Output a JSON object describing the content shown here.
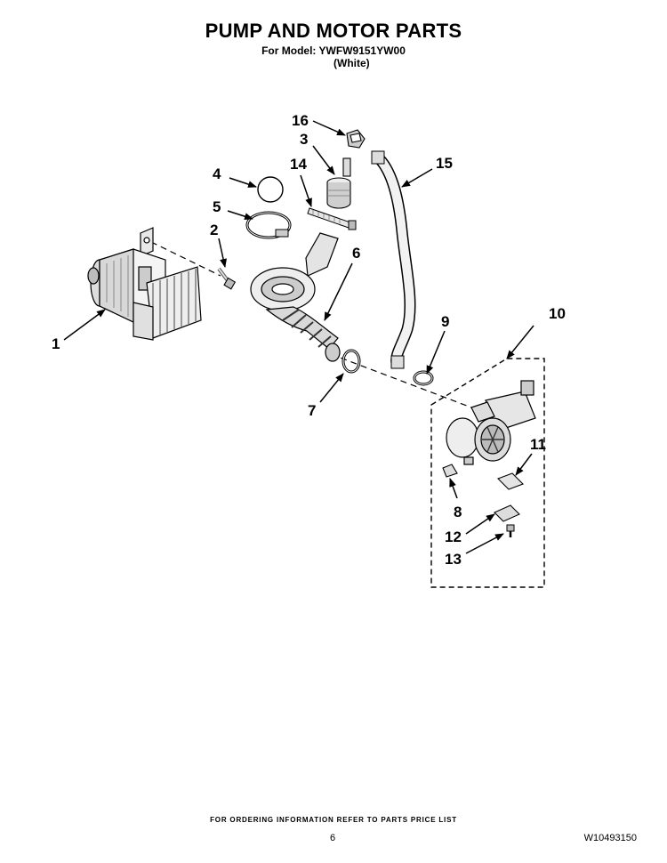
{
  "header": {
    "title": "PUMP AND MOTOR PARTS",
    "model_line": "For Model: YWFW9151YW00",
    "variant": "(White)"
  },
  "callouts": {
    "c1": "1",
    "c2": "2",
    "c3": "3",
    "c4": "4",
    "c5": "5",
    "c6": "6",
    "c7": "7",
    "c8": "8",
    "c9": "9",
    "c10": "10",
    "c11": "11",
    "c12": "12",
    "c13": "13",
    "c14": "14",
    "c15": "15",
    "c16": "16"
  },
  "footer": {
    "ordering_note": "FOR ORDERING INFORMATION REFER TO PARTS PRICE LIST",
    "page_number": "6",
    "document_number": "W10493150"
  }
}
